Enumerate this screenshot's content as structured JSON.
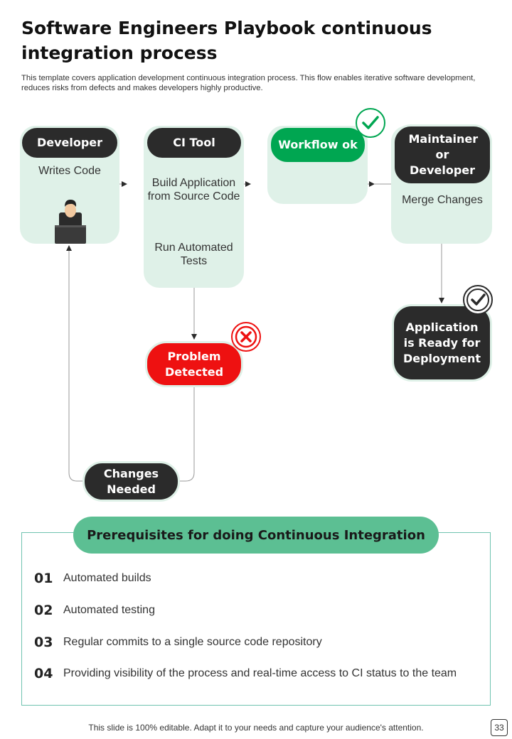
{
  "header": {
    "title": "Software Engineers Playbook continuous integration process",
    "subtitle": "This template covers application development continuous integration process. This flow enables iterative software development, reduces risks from defects and makes developers highly productive."
  },
  "flow": {
    "developer": {
      "label": "Developer",
      "text": "Writes Code"
    },
    "ci_tool": {
      "label": "CI Tool",
      "text1": "Build Application from Source Code",
      "text2": "Run Automated Tests"
    },
    "workflow": {
      "label": "Workflow ok"
    },
    "maintainer": {
      "label": "Maintainer or Developer",
      "text": "Merge Changes"
    },
    "deployment": {
      "label": "Application is Ready for Deployment"
    },
    "problem": {
      "label": "Problem Detected"
    },
    "changes": {
      "label": "Changes Needed"
    }
  },
  "prerequisites": {
    "title": "Prerequisites for doing Continuous Integration",
    "items": [
      {
        "num": "01",
        "text": "Automated builds"
      },
      {
        "num": "02",
        "text": "Automated testing"
      },
      {
        "num": "03",
        "text": "Regular commits to a single source code repository"
      },
      {
        "num": "04",
        "text": "Providing visibility of the process and real-time access to CI status to the team"
      }
    ]
  },
  "footer": {
    "text": "This slide is 100% editable. Adapt it to your needs and capture your audience's attention.",
    "page": "33"
  },
  "colors": {
    "card": "#dff1e8",
    "dark": "#2b2b2b",
    "green": "#00a651",
    "red": "#ee1111",
    "accent": "#5cbf93"
  }
}
